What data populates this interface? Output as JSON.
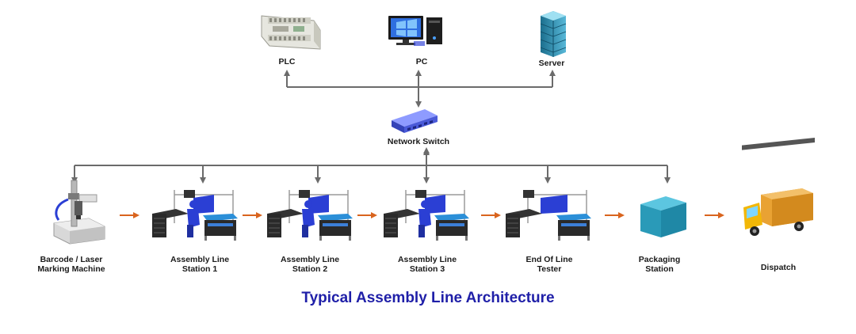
{
  "top_devices": {
    "plc": "PLC",
    "pc": "PC",
    "server": "Server"
  },
  "network_switch": "Network Switch",
  "line_stages": [
    {
      "line1": "Barcode / Laser",
      "line2": "Marking Machine",
      "icon": "laser-marking-machine-icon"
    },
    {
      "line1": "Assembly Line",
      "line2": "Station 1",
      "icon": "assembly-station-icon"
    },
    {
      "line1": "Assembly Line",
      "line2": "Station 2",
      "icon": "assembly-station-icon"
    },
    {
      "line1": "Assembly Line",
      "line2": "Station 3",
      "icon": "assembly-station-icon"
    },
    {
      "line1": "End Of Line",
      "line2": "Tester",
      "icon": "tester-station-icon"
    },
    {
      "line1": "Packaging",
      "line2": "Station",
      "icon": "packaging-box-icon"
    },
    {
      "line1": "Dispatch",
      "line2": "",
      "icon": "delivery-truck-icon"
    }
  ],
  "caption": "Typical Assembly Line Architecture",
  "colors": {
    "connector": "#6b6b6b",
    "flow_arrow": "#d9641e",
    "caption": "#1f1fa8",
    "switch": "#4a5ad8",
    "station_blue": "#2b3fd4",
    "box_teal": "#2ba6c4",
    "truck_yellow": "#f2b707",
    "cargo_orange": "#e9a233"
  }
}
